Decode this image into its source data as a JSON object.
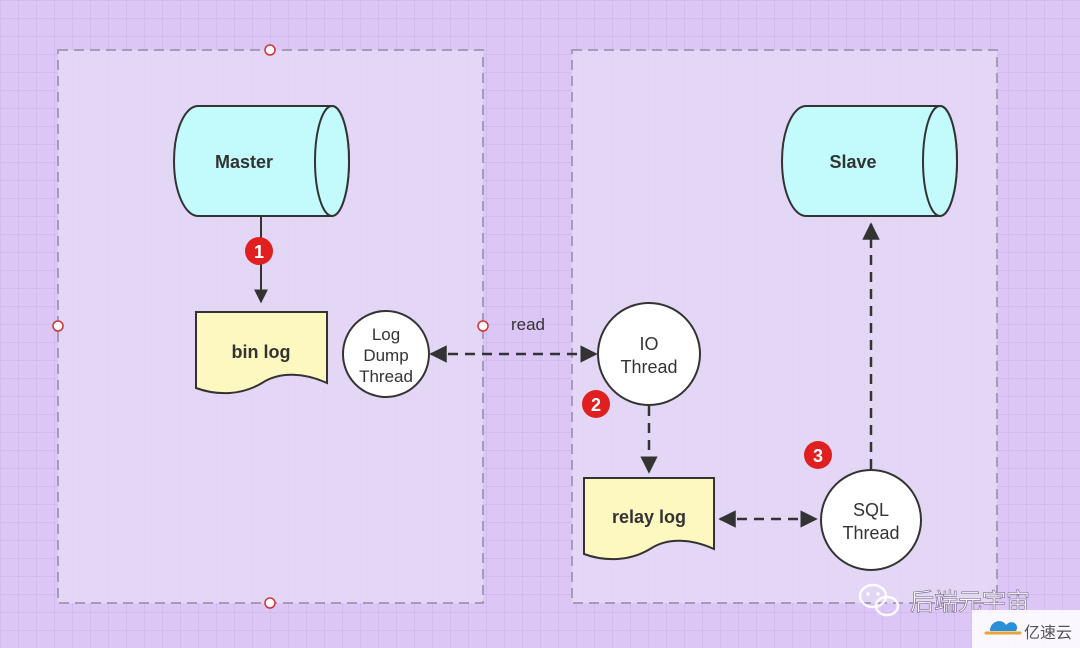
{
  "colors": {
    "canvas_background": "#dcc6f5",
    "grid_line": "#c9b0ea",
    "panel_fill": "#e7dcf5",
    "panel_border": "#a99ab8",
    "database_fill": "#c3fafb",
    "log_fill": "#fdf8c0",
    "circle_fill": "#ffffff",
    "stroke": "#333333",
    "step_badge": "#e02020",
    "selection_handle": "#d33333"
  },
  "nodes": {
    "master_db": "Master",
    "slave_db": "Slave",
    "bin_log": "bin log",
    "relay_log": "relay log",
    "log_dump_thread": [
      "Log",
      "Dump",
      "Thread"
    ],
    "io_thread": [
      "IO",
      "Thread"
    ],
    "sql_thread": [
      "SQL",
      "Thread"
    ]
  },
  "edges": {
    "read_label": "read"
  },
  "steps": [
    "1",
    "2",
    "3"
  ],
  "watermarks": {
    "wechat_account": "后端元宇宙",
    "site_logo": "亿速云"
  },
  "icons": {
    "wechat": "wechat-icon",
    "site": "yisu-cloud-logo-icon"
  }
}
